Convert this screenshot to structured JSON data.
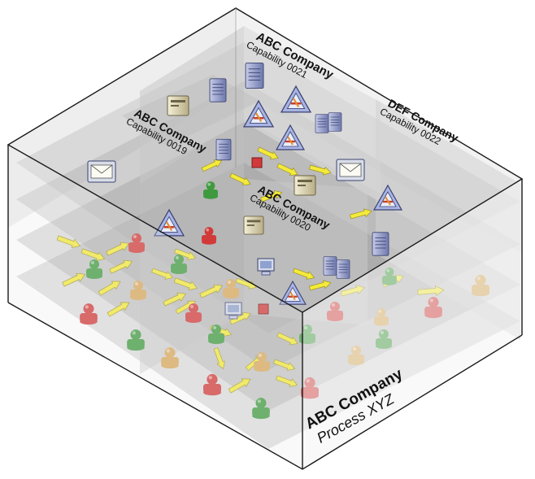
{
  "outer": {
    "company": "ABC Company",
    "process": "Process XYZ"
  },
  "capabilities": [
    {
      "company": "ABC Company",
      "capability": "Capability 0021"
    },
    {
      "company": "ABC Company",
      "capability": "Capability 0019"
    },
    {
      "company": "ABC Company",
      "capability": "Capability 0020"
    },
    {
      "company": "DEF Company",
      "capability": "Capability 0022"
    }
  ],
  "colors": {
    "person_green": "#3f9a3f",
    "person_red": "#d23a3a",
    "person_tan": "#d8a85a",
    "arrow_yellow": "#f4ea3a",
    "server_blue": "#8e98c8",
    "layer_gray": "#8c8c8c",
    "outline": "#1a1a1a"
  },
  "icons": [
    "person-icon",
    "server-icon",
    "application-icon",
    "envelope-icon",
    "computer-icon",
    "flow-arrow-icon"
  ]
}
